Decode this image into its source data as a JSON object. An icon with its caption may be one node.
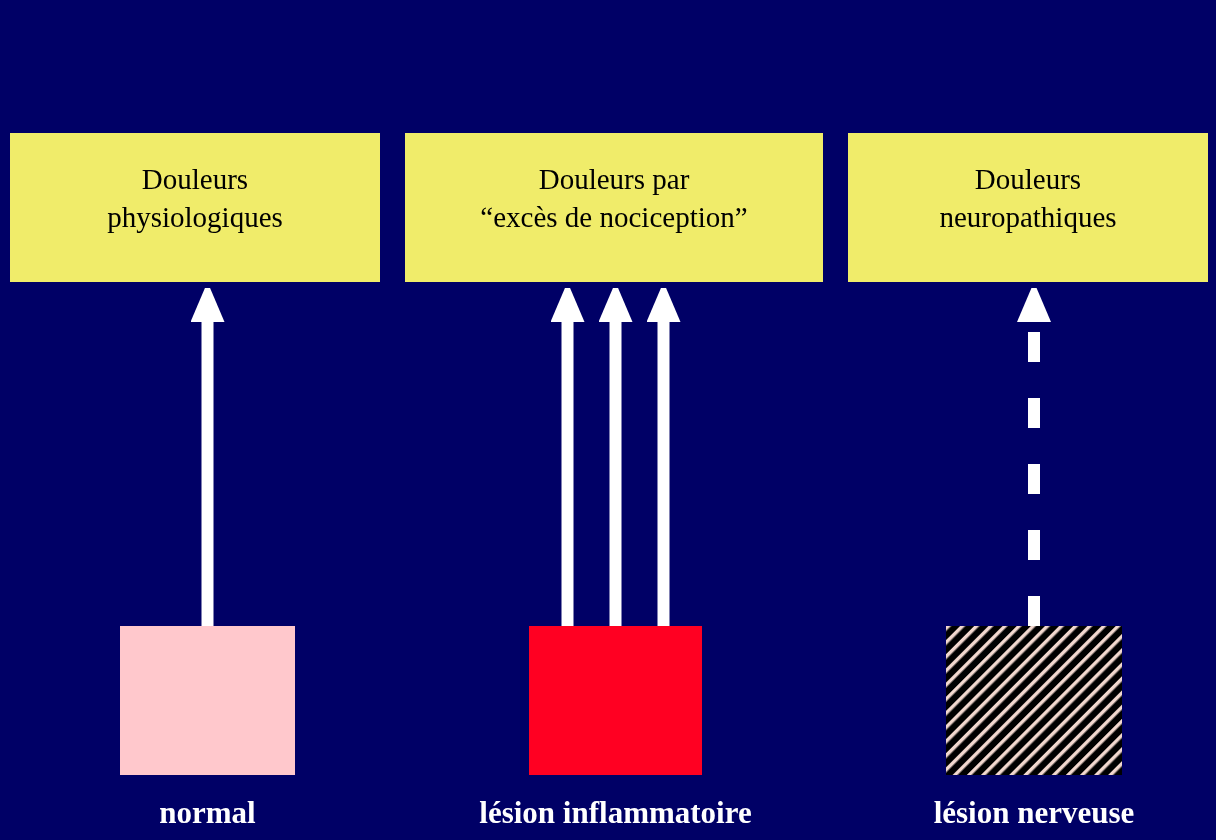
{
  "diagram": {
    "nodes": [
      {
        "text": [
          "Douleurs physiologiques"
        ]
      },
      {
        "text": [
          "Douleurs par “excès de nociception”"
        ]
      },
      {
        "text": [
          "Douleurs neuropathiques"
        ]
      },
      {
        "text": [],
        "shape": "box",
        "beside": [
          "normal"
        ]
      },
      {
        "text": [],
        "shape": "box",
        "beside": [
          "lésion inflammatoire"
        ]
      },
      {
        "text": [],
        "shape": "box",
        "beside": [
          "lésion nerveuse"
        ]
      }
    ],
    "edges": [
      {
        "from": 3,
        "to": 0,
        "arrow": "to"
      },
      {
        "from": 4,
        "to": 1,
        "arrow": "to"
      },
      {
        "from": 4,
        "to": 1,
        "arrow": "to"
      },
      {
        "from": 4,
        "to": 1,
        "arrow": "to"
      },
      {
        "from": 5,
        "to": 2,
        "arrow": "to",
        "style": "dashed"
      }
    ]
  }
}
